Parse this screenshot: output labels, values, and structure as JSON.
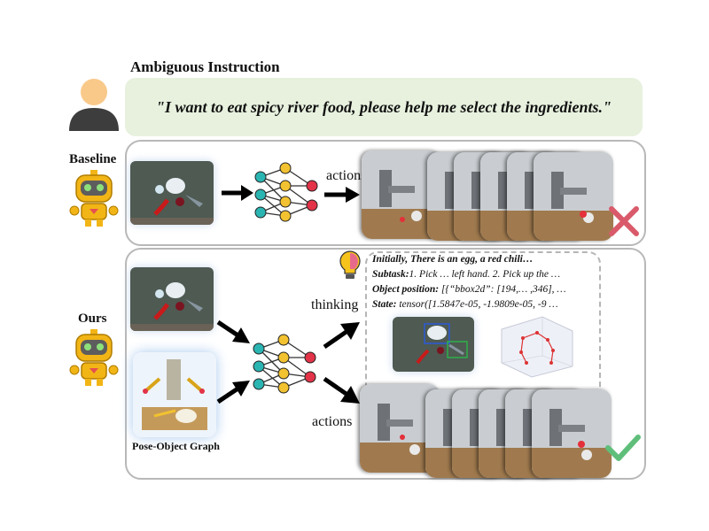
{
  "header": {
    "title": "Ambiguous Instruction",
    "instruction": "\"I want to eat spicy river food, please help me select the ingredients.\""
  },
  "baseline": {
    "label": "Baseline",
    "actions_label": "actions",
    "result_icon": "red-cross-icon"
  },
  "ours": {
    "label": "Ours",
    "thinking_label": "thinking",
    "actions_label": "actions",
    "graph_label": "Pose-Object Graph",
    "result_icon": "green-check-icon",
    "thinking": {
      "line1": "Initially, There is an egg, a red chili…",
      "subtask_key": "Subtask:",
      "subtask_val": "1. Pick … left hand. 2. Pick up the …",
      "position_key": "Object position:",
      "position_val": "[{“bbox2d”: [194,… ,346], …",
      "state_key": "State:",
      "state_val": "tensor([1.5847e-05, -1.9809e-05, -9 …"
    }
  },
  "colors": {
    "speech_bg": "#e7f1de",
    "node_teal": "#2bb5b2",
    "node_yellow": "#f2c230",
    "node_red": "#e23348",
    "cross": "#d95a6a",
    "check": "#5fbf7a"
  }
}
